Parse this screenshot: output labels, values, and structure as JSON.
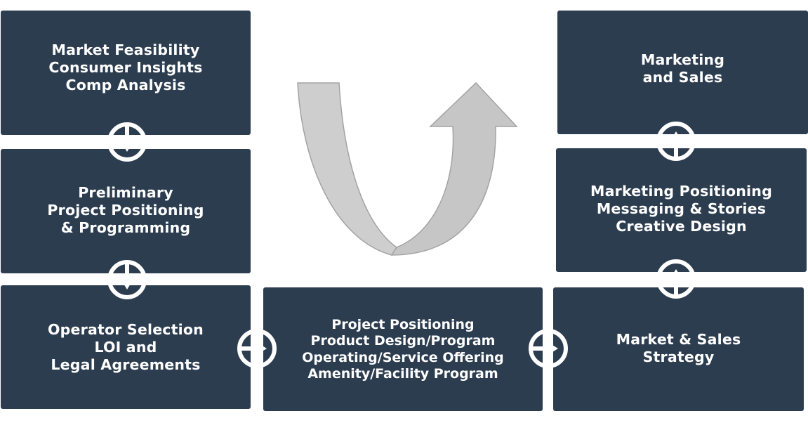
{
  "colors": {
    "box_fill": "#2d3d50",
    "box_text": "#ffffff",
    "connector": "#ffffff",
    "arrow_fill": "#c8c8c8",
    "arrow_stroke": "#9a9a9a"
  },
  "boxes": {
    "market_feasibility": {
      "lines": [
        "Market Feasibility",
        "Consumer Insights",
        "Comp Analysis"
      ]
    },
    "preliminary_positioning": {
      "lines": [
        "Preliminary",
        "Project Positioning",
        "& Programming"
      ]
    },
    "operator_selection": {
      "lines": [
        "Operator Selection",
        "LOI and",
        "Legal Agreements"
      ]
    },
    "project_positioning": {
      "lines": [
        "Project Positioning",
        "Product Design/Program",
        "Operating/Service Offering",
        "Amenity/Facility Program"
      ]
    },
    "market_sales_strategy": {
      "lines": [
        "Market & Sales",
        "Strategy"
      ]
    },
    "marketing_positioning": {
      "lines": [
        "Marketing Positioning",
        "Messaging & Stories",
        "Creative Design"
      ]
    },
    "marketing_and_sales": {
      "lines": [
        "Marketing",
        "and Sales"
      ]
    }
  },
  "connectors": [
    {
      "direction": "down",
      "icon": "arrow-down-circle-icon"
    },
    {
      "direction": "down",
      "icon": "arrow-down-circle-icon"
    },
    {
      "direction": "right",
      "icon": "arrow-right-circle-icon"
    },
    {
      "direction": "right",
      "icon": "arrow-right-circle-icon"
    },
    {
      "direction": "up",
      "icon": "arrow-up-circle-icon"
    },
    {
      "direction": "up",
      "icon": "arrow-up-circle-icon"
    }
  ],
  "flow_arrow": {
    "icon": "u-turn-arrow-icon"
  }
}
